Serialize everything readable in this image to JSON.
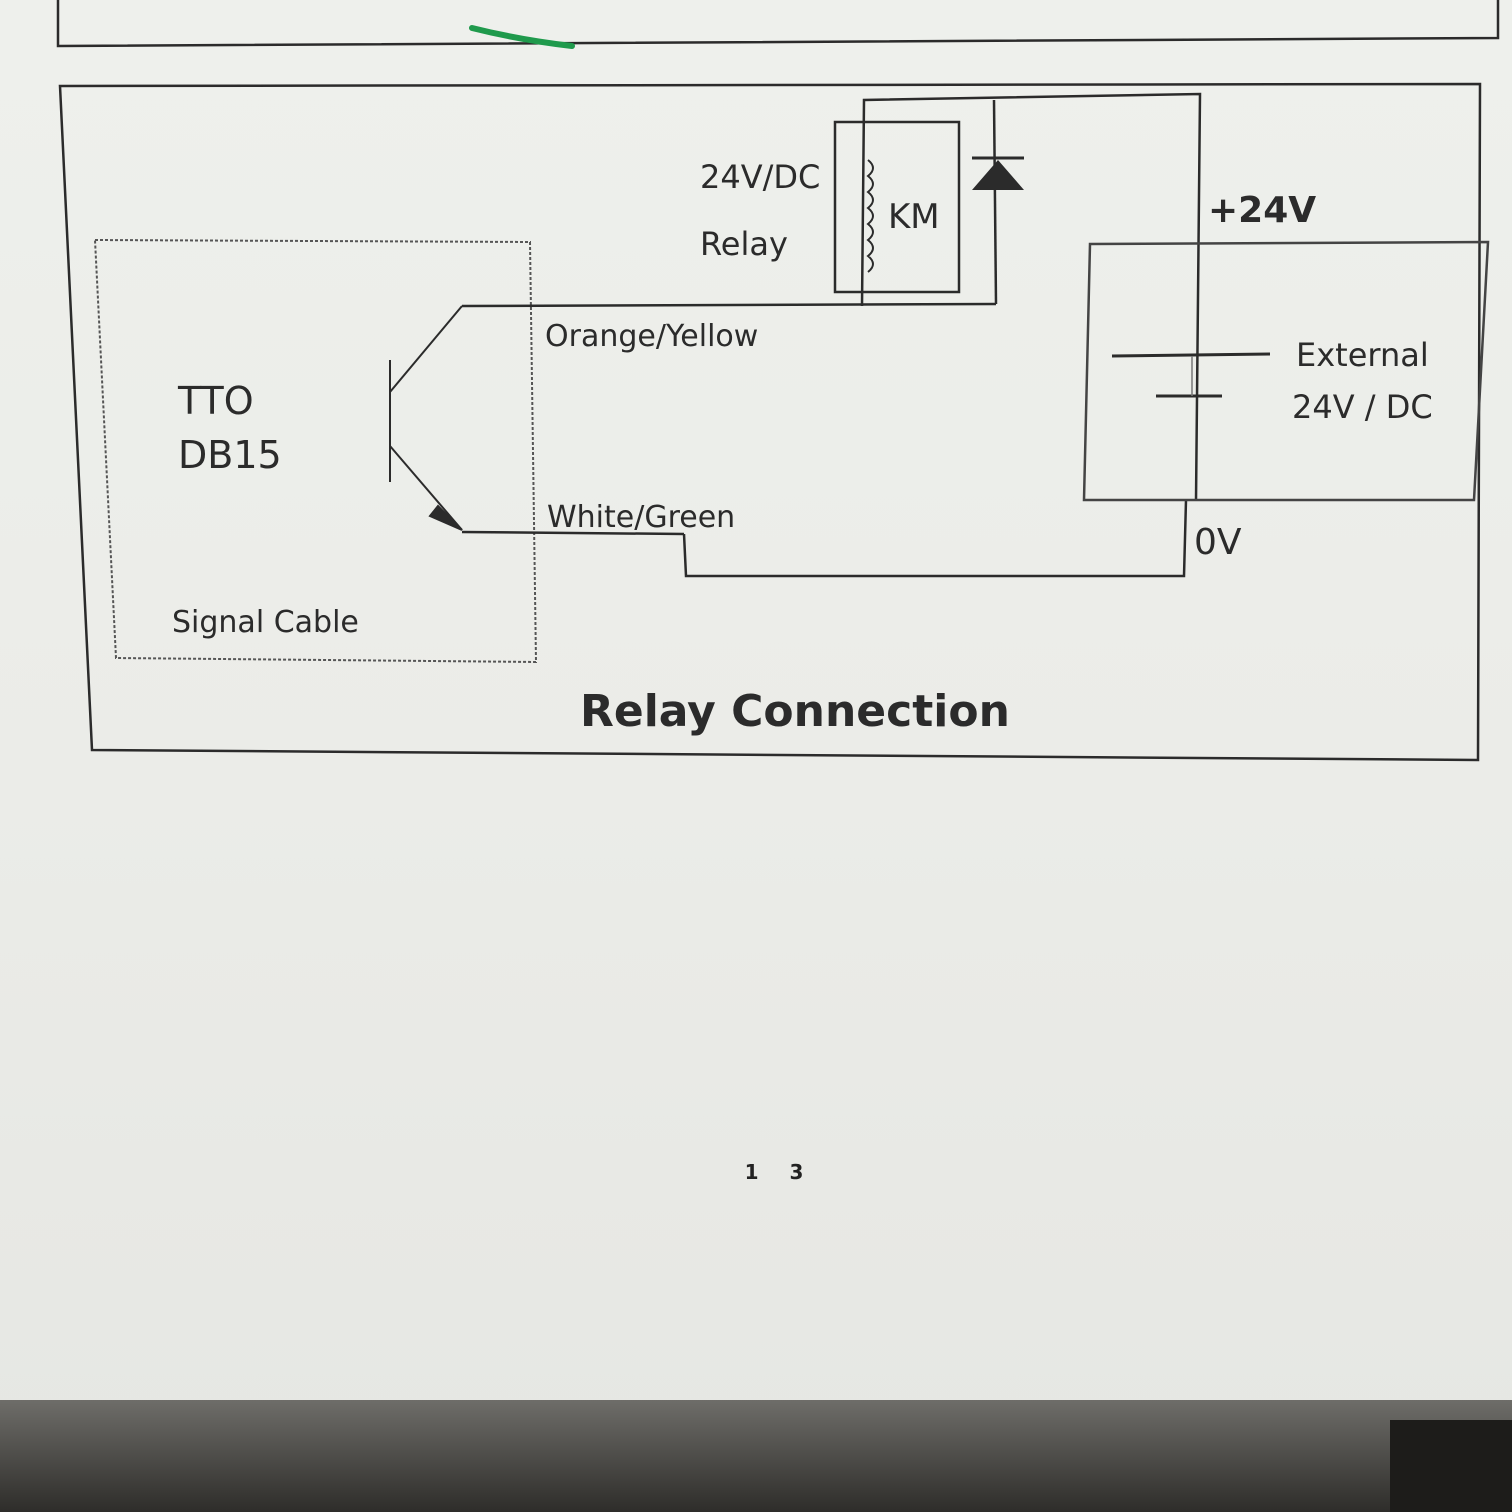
{
  "diagram": {
    "title": "Relay Connection",
    "controller_label_line1": "TTO",
    "controller_label_line2": "DB15",
    "signal_cable_label": "Signal Cable",
    "relay_voltage_label": "24V/DC",
    "relay_label": "Relay",
    "relay_coil_label": "KM",
    "wire_orange_yellow": "Orange/Yellow",
    "wire_white_green": "White/Green",
    "positive_terminal": "+24V",
    "ground_terminal": "0V",
    "supply_label_line1": "External",
    "supply_label_line2": "24V / DC"
  },
  "page": {
    "page_number": "1 3"
  },
  "colors": {
    "ink": "#2b2b2b",
    "paper": "#ecede9",
    "highlighter": "#1f9a4c"
  }
}
